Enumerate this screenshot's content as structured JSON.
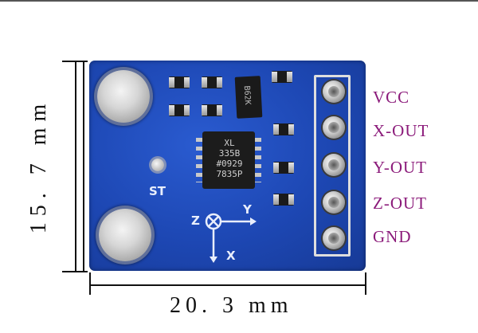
{
  "dimensions": {
    "height_label": "15. 7 mm",
    "width_label": "20. 3 mm"
  },
  "pins": [
    {
      "label": "VCC"
    },
    {
      "label": "X-OUT"
    },
    {
      "label": "Y-OUT"
    },
    {
      "label": "Z-OUT"
    },
    {
      "label": "GND"
    }
  ],
  "silkscreen": {
    "st_label": "ST",
    "axis_x": "X",
    "axis_y": "Y",
    "axis_z": "Z"
  },
  "accelerometer_chip": {
    "line1": "XL",
    "line2": "335B",
    "line3": "#0929",
    "line4": "7835P"
  },
  "regulator_chip": {
    "marking": "B62K"
  },
  "colors": {
    "board": "#1d47b3",
    "pin_labels": "#8b1a7a",
    "dimension_lines": "#111111"
  }
}
